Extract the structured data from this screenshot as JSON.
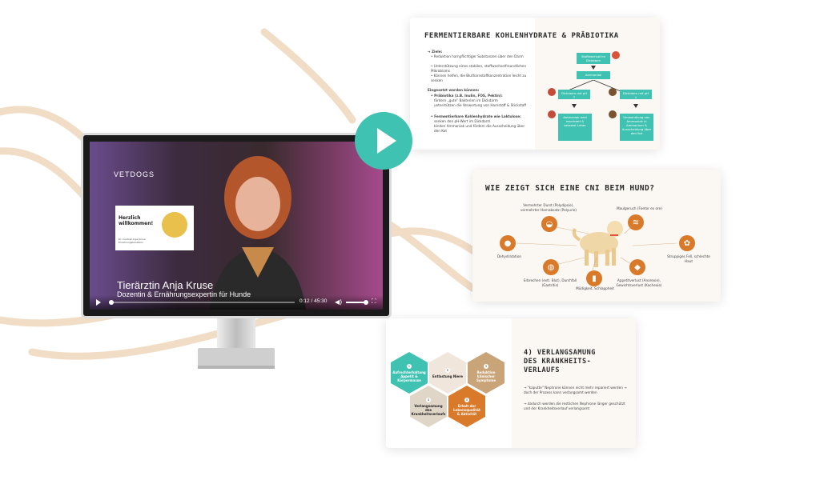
{
  "brand_color": "#3fc2b1",
  "accent_color": "#d97a2b",
  "video": {
    "logo": "VETDOGS",
    "inset_title": "Herzlich willkommen!",
    "inset_sub1": "Dr. medvet Anja Kruse",
    "inset_sub2": "Ernährungsberaterin",
    "presenter_name": "Tierärztin Anja Kruse",
    "presenter_role": "Dozentin & Ernährungsexpertin für Hunde",
    "current_time": "0:12",
    "total_time": "45:30",
    "progress": 0.005,
    "volume": 0.85,
    "icons": [
      "play-icon",
      "volume-icon",
      "fullscreen-icon"
    ]
  },
  "slide1": {
    "title": "FERMENTIERBARE KOHLENHYDRATE & PRÄBIOTIKA",
    "ziele_label": "➜ Ziele:",
    "ziele": [
      "• Reduktion harnpflichtiger Substanzen über den Darm",
      "• Unterstützung eines stabilen, stoffwechselfreundlichen Mikrobioms",
      "• Können helfen, die Blutharnstoffkonzentration leicht zu senken"
    ],
    "einsatz_label": "Eingesetzt werden können:",
    "einsatz": [
      "• Präbiotika (z.B. Inulin, FOS, Pektin):",
      "  fördern „gute\" Bakterien im Dickdarm",
      "  unterstützen die Verwertung von Harnstoff & Stickstoff",
      "• Fermentierbare Kohlenhydrate wie Laktulose:",
      "  senken den pH-Wert im Dickdarm",
      "  binden Ammoniak und fördern die Ausscheidung über den Kot"
    ],
    "flow": {
      "top": "Stoffwechsel im Dickdarm",
      "mid": "Ammoniak",
      "left": "Dickdarm mit pH ↑",
      "right": "Dickdarm mit pH ↓",
      "bottom_left": "Ammoniak wird resorbiert & belastet Leber",
      "bottom_right": "Umwandlung von Ammoniak in Ammonium & Ausscheidung über den Kot"
    }
  },
  "slide2": {
    "title": "WIE ZEIGT SICH EINE CNI BEIM HUND?",
    "symptoms": [
      "Vermehrter Durst (Polydipsie), vermehrter Harnabsatz (Polyurie)",
      "Maulgeruch (Foetor ex ore)",
      "Dehydratation",
      "Struppiges Fell, schlechte Haut",
      "Erbrechen (evtl. Blut), Durchfall (Gastritis)",
      "Müdigkeit, Schlappheit",
      "Appetitverlust (Anorexie), Gewichtsverlust (Kachexie)"
    ]
  },
  "slide3": {
    "title": "4) VERLANGSAMUNG DES KRANKHEITS-VERLAUFS",
    "hexes": [
      {
        "n": "1",
        "label": "Aufrechterhaltung Appetit & Körpermasse"
      },
      {
        "n": "2",
        "label": "Entlastung Niere"
      },
      {
        "n": "3",
        "label": "Reduktion klinischer Symptome"
      },
      {
        "n": "4",
        "label": "Verlangsamung des Krankheitsverlaufs"
      },
      {
        "n": "5",
        "label": "Erhalt der Lebensqualität & Aktivität"
      }
    ],
    "text1": "→ \"kaputte\" Nephrone können nicht mehr repariert werden → doch der Prozess kann verlangsamt werden",
    "text2": "→ dadurch werden die restlichen Nephrone länger geschützt und der Krankheitsverlauf verlangsamt"
  }
}
